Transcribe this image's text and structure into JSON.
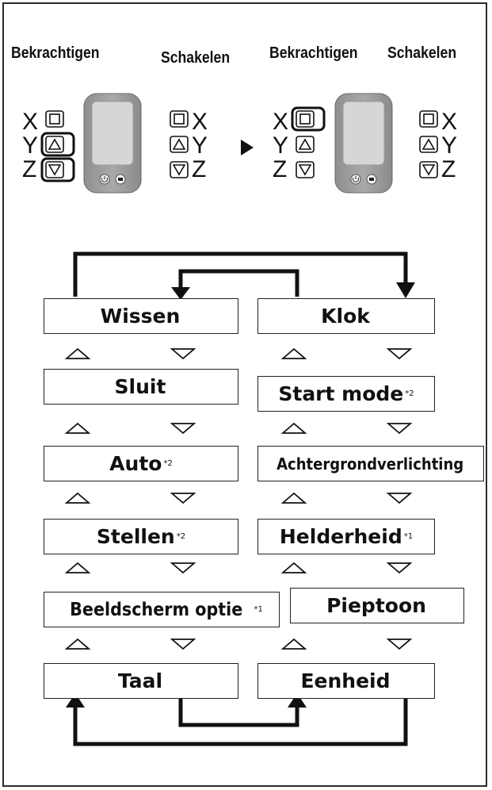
{
  "header": {
    "left_power": "Bekrachtigen",
    "left_switch": "Schakelen",
    "right_power": "Bekrachtigen",
    "right_switch": "Schakelen"
  },
  "device": {
    "letters": [
      "X",
      "Y",
      "Z"
    ],
    "power_icon": "power-icon",
    "light_icon": "light-icon"
  },
  "menu": {
    "left": [
      {
        "label": "Wissen",
        "note": ""
      },
      {
        "label": "Sluit",
        "note": ""
      },
      {
        "label": "Auto",
        "note": "*2"
      },
      {
        "label": "Stellen",
        "note": "*2"
      },
      {
        "label": "Beeldscherm optie",
        "note": "*1"
      },
      {
        "label": "Taal",
        "note": ""
      }
    ],
    "right": [
      {
        "label": "Klok",
        "note": ""
      },
      {
        "label": "Start mode",
        "note": "*2"
      },
      {
        "label": "Achtergrondverlichting",
        "note": ""
      },
      {
        "label": "Helderheid",
        "note": "*1"
      },
      {
        "label": "Pieptoon",
        "note": ""
      },
      {
        "label": "Eenheid",
        "note": ""
      }
    ]
  }
}
